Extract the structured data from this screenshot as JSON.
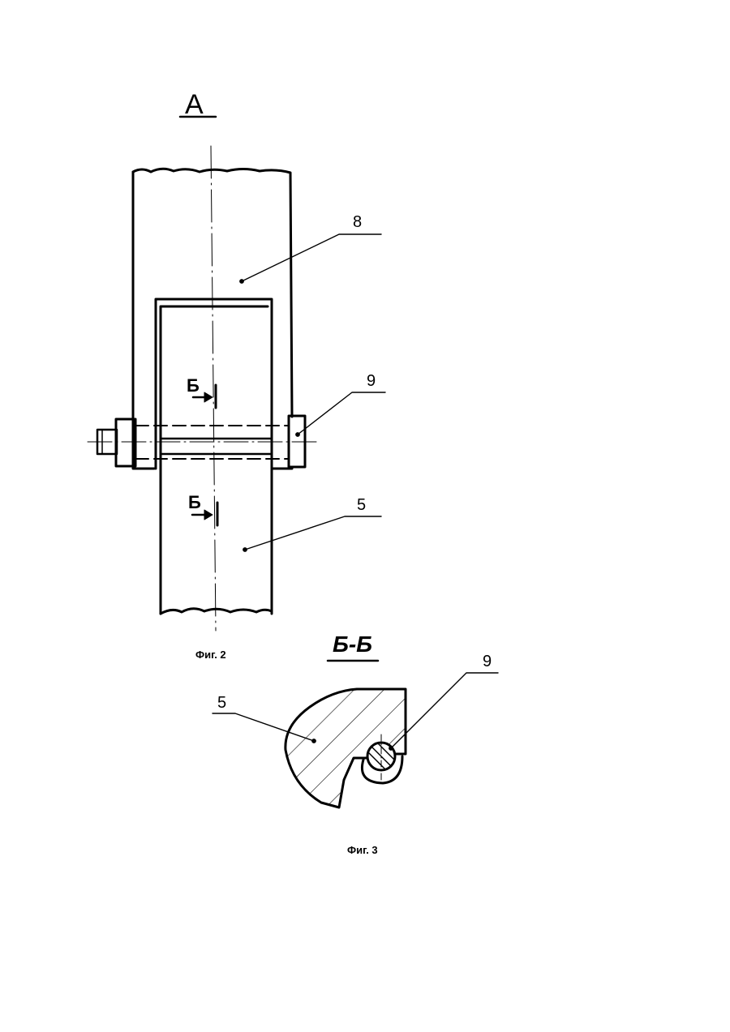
{
  "view_label": "А",
  "fig2": {
    "caption": "Фиг. 2",
    "callouts": {
      "part_8": "8",
      "part_9": "9",
      "part_5": "5"
    },
    "section_mark": "Б"
  },
  "fig3": {
    "caption": "Фиг. 3",
    "section_title": "Б-Б",
    "callouts": {
      "part_5": "5",
      "part_9": "9"
    }
  },
  "colors": {
    "ink": "#000000",
    "paper": "#ffffff"
  }
}
